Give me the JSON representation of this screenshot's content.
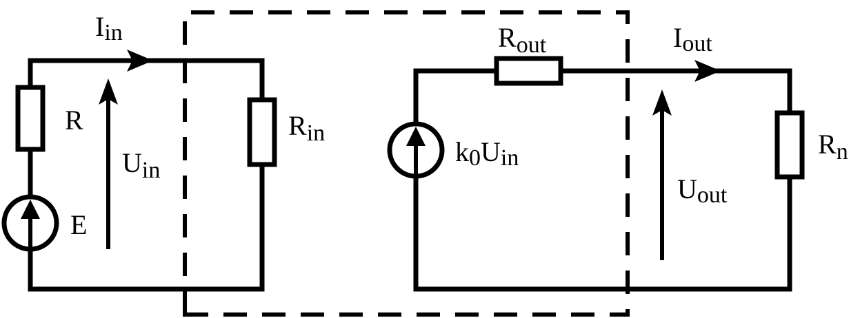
{
  "diagram": {
    "labels": {
      "i_in_main": "I",
      "i_in_sub": "in",
      "r": "R",
      "u_in_main": "U",
      "u_in_sub": "in",
      "e": "E",
      "r_in_main": "R",
      "r_in_sub": "in",
      "r_out_main": "R",
      "r_out_sub": "out",
      "i_out_main": "I",
      "i_out_sub": "out",
      "k0_main": "k",
      "k0_sub": "0",
      "k0_u": "U",
      "k0_u_sub": "in",
      "u_out_main": "U",
      "u_out_sub": "out",
      "r_n_main": "R",
      "r_n_sub": "n"
    }
  }
}
